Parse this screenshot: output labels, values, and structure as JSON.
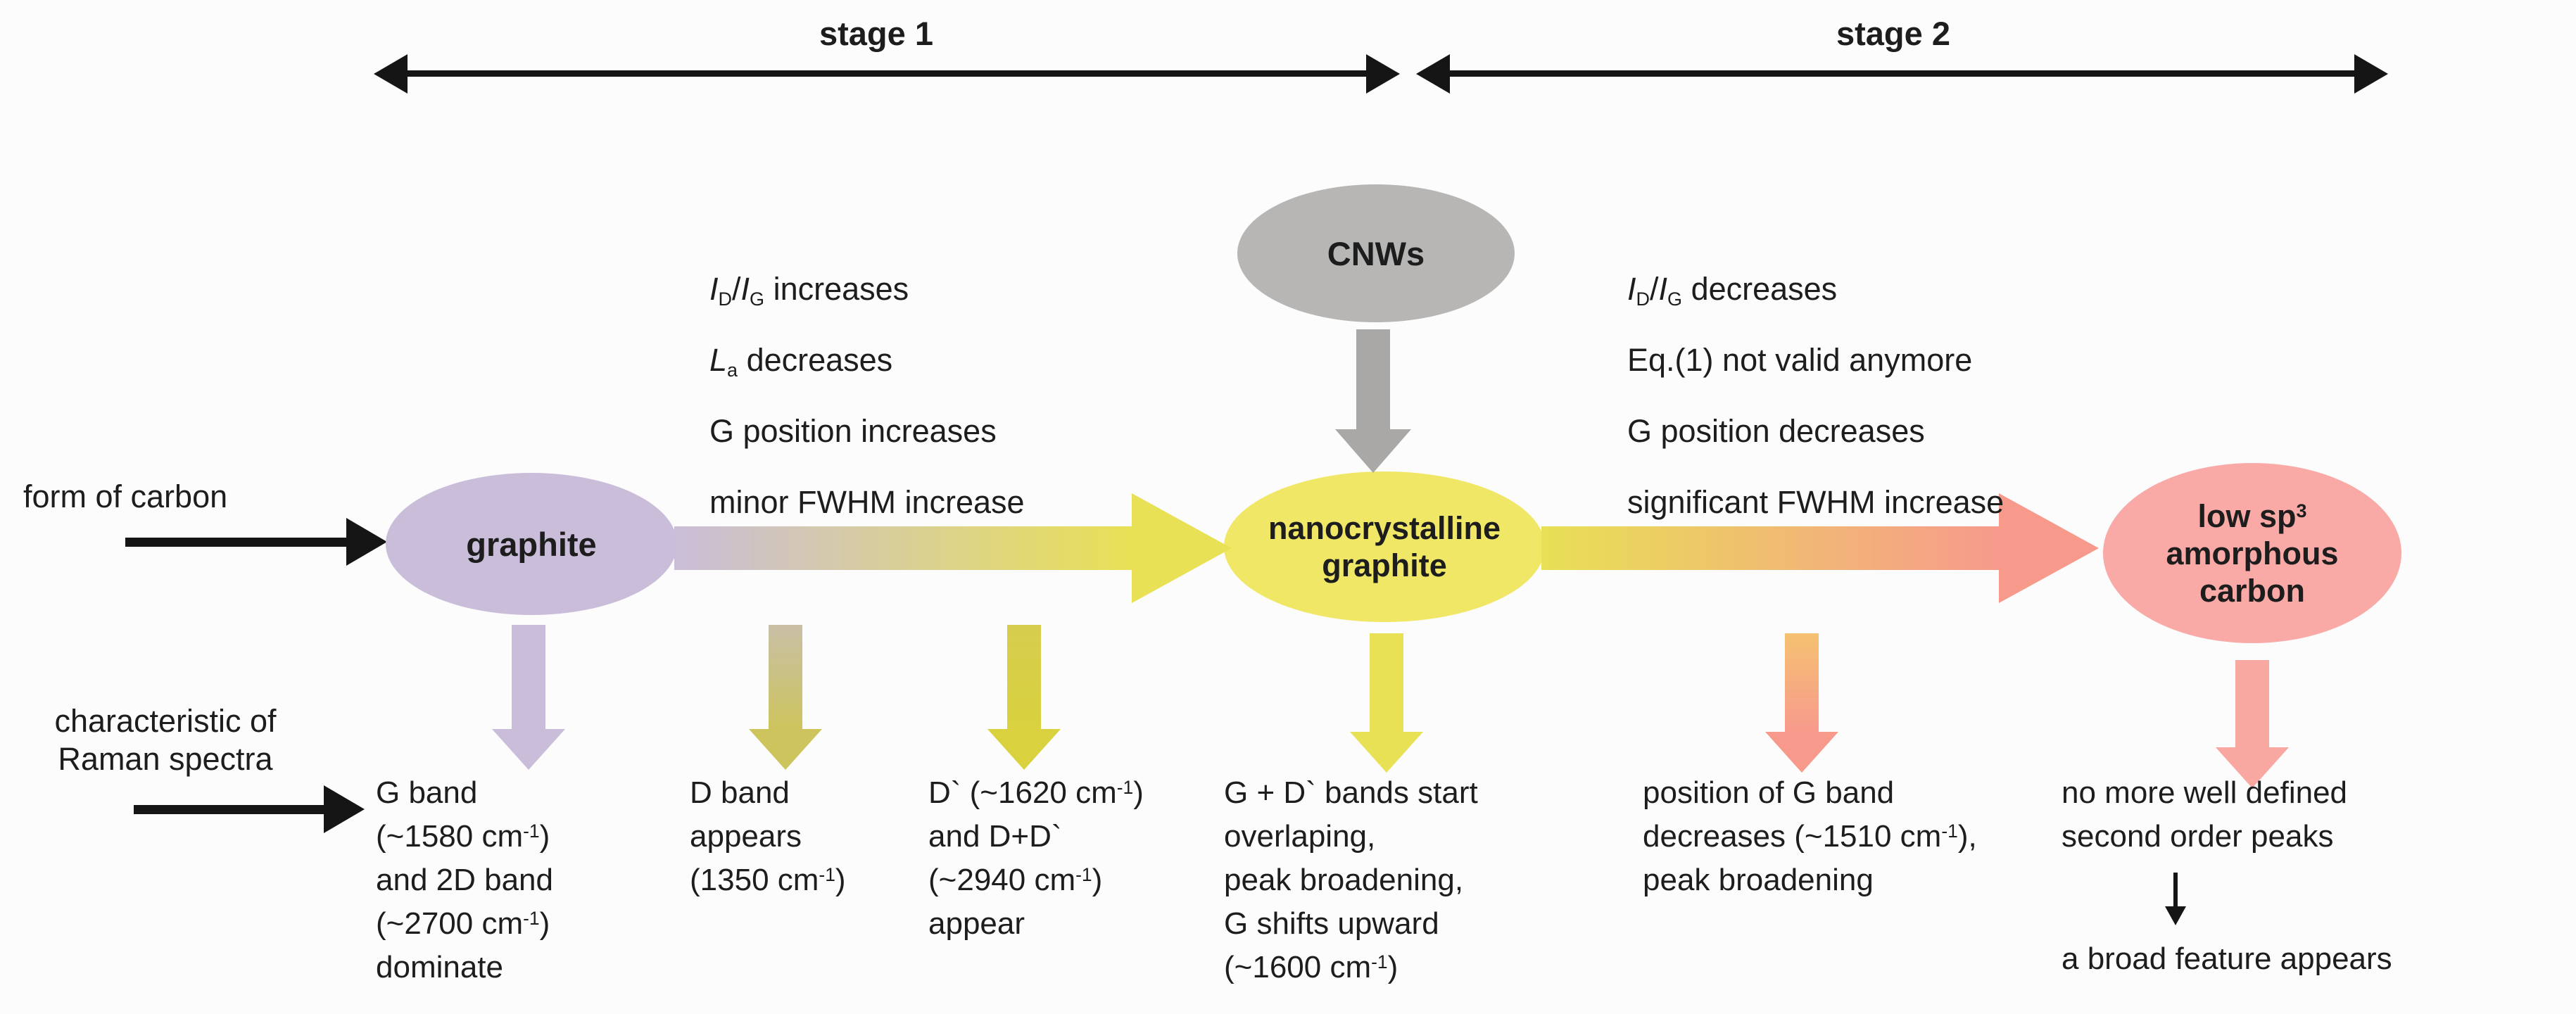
{
  "stage_bar": {
    "stage1_label": "stage 1",
    "stage2_label": "stage 2"
  },
  "left_labels": {
    "form_of_carbon": "form of carbon",
    "raman_lines": [
      "characteristic of",
      "Raman spectra"
    ]
  },
  "nodes": {
    "graphite": {
      "lines": [
        "graphite"
      ],
      "fill": "#cabdd9"
    },
    "cnws": {
      "lines": [
        "CNWs"
      ],
      "fill": "#b7b6b5"
    },
    "nano": {
      "lines": [
        "nanocrystalline",
        "graphite"
      ],
      "fill": "#f0e767"
    },
    "amorphous": {
      "lines": [
        "low sp^{3}",
        "amorphous",
        "carbon"
      ],
      "fill": "#f9a9a6"
    }
  },
  "stage1_changes": {
    "lines": [
      "*I*_{D}/*I*_{G} increases",
      "*L*_{a} decreases",
      "G position increases",
      "minor FWHM increase"
    ]
  },
  "stage2_changes": {
    "lines": [
      "*I*_{D}/*I*_{G} decreases",
      "Eq.(1) not valid anymore",
      "G position decreases",
      "significant FWHM increase"
    ]
  },
  "raman_notes": {
    "graphite": {
      "lines": [
        "G band",
        "(~1580 cm^{-1})",
        "and 2D band",
        "(~2700 cm^{-1})",
        "dominate"
      ]
    },
    "d_band": {
      "lines": [
        "D band",
        "appears",
        "(1350 cm^{-1})"
      ]
    },
    "d_prime": {
      "lines": [
        "D` (~1620 cm^{-1})",
        "and D+D`",
        "(~2940 cm^{-1})",
        "appear"
      ]
    },
    "nano": {
      "lines": [
        "G + D` bands start",
        "overlaping,",
        "peak broadening,",
        "G shifts upward",
        "(~1600 cm^{-1})"
      ]
    },
    "g_band_position": {
      "lines": [
        "position of G band",
        "decreases (~1510 cm^{-1}),",
        "peak broadening"
      ]
    },
    "amorphous_upper": {
      "lines": [
        "no more well defined",
        "second order peaks"
      ]
    },
    "amorphous_lower": {
      "lines": [
        "a broad feature appears"
      ]
    }
  },
  "colors": {
    "black": "#1d1d1d",
    "arrow_black": "#151515",
    "lavender": "#cabdd9",
    "tan": "#c8bfa6",
    "olive": "#cdc45e",
    "yellow_green": "#d6cd4e",
    "yellow_deep": "#d9d13e",
    "yellow": "#e8e055",
    "gray": "#a9a8a7",
    "orange": "#f5c171",
    "salmon": "#f79a8c",
    "pink": "#f8a7a1"
  }
}
